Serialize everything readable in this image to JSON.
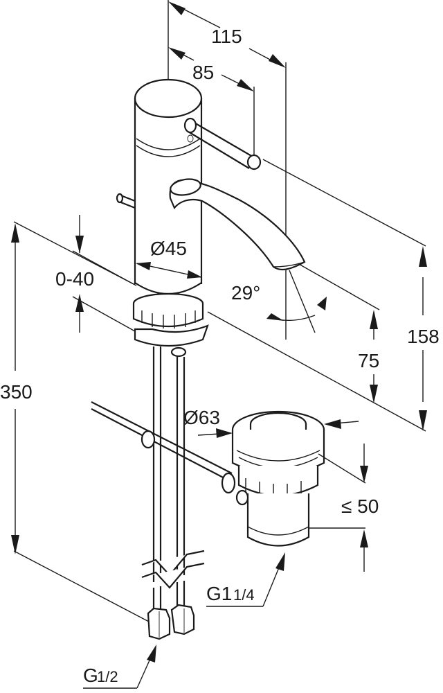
{
  "dimensions": {
    "width_total": "115",
    "width_spout": "85",
    "body_diameter": "Ø45",
    "spout_angle": "29°",
    "thickness_range": "0-40",
    "height_total": "350",
    "height_spout_side": "158",
    "height_outlet": "75",
    "waste_diameter": "Ø63",
    "waste_height": "≤ 50",
    "waste_thread_main": "G1",
    "waste_thread_sub": "1/4",
    "supply_thread_main": "G",
    "supply_thread_sub": "1/2"
  }
}
